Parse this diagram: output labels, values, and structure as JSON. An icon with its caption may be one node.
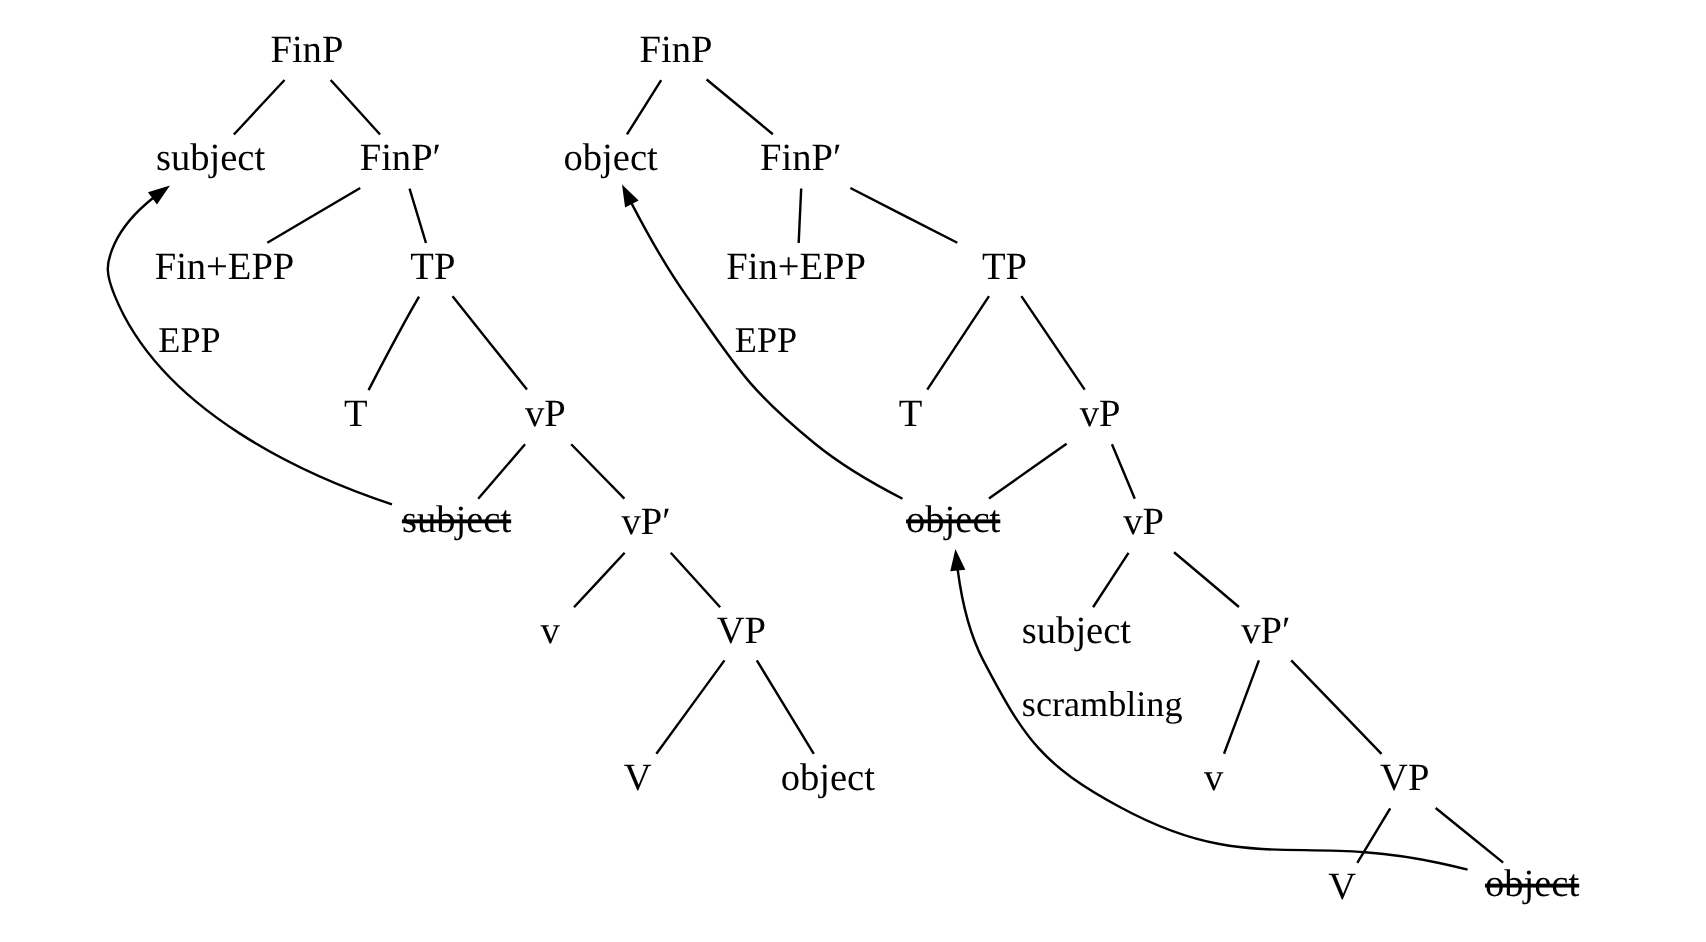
{
  "diagram": {
    "nodes": [
      {
        "text": [
          "FinP"
        ]
      },
      {
        "text": [
          "subject"
        ]
      },
      {
        "text": [
          "FinP′"
        ]
      },
      {
        "text": [
          "Fin+EPP"
        ]
      },
      {
        "text": [
          "TP"
        ]
      },
      {
        "text": [
          "T"
        ]
      },
      {
        "text": [
          "vP"
        ]
      },
      {
        "text": [
          "subject"
        ]
      },
      {
        "text": [
          "vP′"
        ]
      },
      {
        "text": [
          "v"
        ]
      },
      {
        "text": [
          "VP"
        ]
      },
      {
        "text": [
          "V"
        ]
      },
      {
        "text": [
          "object"
        ]
      },
      {
        "text": [
          "FinP"
        ]
      },
      {
        "text": [
          "object"
        ]
      },
      {
        "text": [
          "FinP′"
        ]
      },
      {
        "text": [
          "Fin+EPP"
        ]
      },
      {
        "text": [
          "TP"
        ]
      },
      {
        "text": [
          "T"
        ]
      },
      {
        "text": [
          "vP"
        ]
      },
      {
        "text": [
          "object"
        ]
      },
      {
        "text": [
          "vP"
        ]
      },
      {
        "text": [
          "subject"
        ]
      },
      {
        "text": [
          "vP′"
        ]
      },
      {
        "text": [
          "v"
        ]
      },
      {
        "text": [
          "VP"
        ]
      },
      {
        "text": [
          "V"
        ]
      },
      {
        "text": [
          "object"
        ]
      }
    ],
    "edges": [
      {
        "from": 0,
        "to": 1,
        "arrow": "none"
      },
      {
        "from": 0,
        "to": 2,
        "arrow": "none"
      },
      {
        "from": 2,
        "to": 3,
        "arrow": "none"
      },
      {
        "from": 2,
        "to": 4,
        "arrow": "none"
      },
      {
        "from": 4,
        "to": 5,
        "arrow": "none"
      },
      {
        "from": 4,
        "to": 6,
        "arrow": "none"
      },
      {
        "from": 6,
        "to": 7,
        "arrow": "none"
      },
      {
        "from": 6,
        "to": 8,
        "arrow": "none"
      },
      {
        "from": 8,
        "to": 9,
        "arrow": "none"
      },
      {
        "from": 8,
        "to": 10,
        "arrow": "none"
      },
      {
        "from": 10,
        "to": 11,
        "arrow": "none"
      },
      {
        "from": 10,
        "to": 12,
        "arrow": "none"
      },
      {
        "from": 7,
        "to": 1,
        "arrow": "to",
        "label": "EPP"
      },
      {
        "from": 13,
        "to": 14,
        "arrow": "none"
      },
      {
        "from": 13,
        "to": 15,
        "arrow": "none"
      },
      {
        "from": 15,
        "to": 16,
        "arrow": "none"
      },
      {
        "from": 15,
        "to": 17,
        "arrow": "none"
      },
      {
        "from": 17,
        "to": 18,
        "arrow": "none"
      },
      {
        "from": 17,
        "to": 19,
        "arrow": "none"
      },
      {
        "from": 19,
        "to": 20,
        "arrow": "none"
      },
      {
        "from": 19,
        "to": 21,
        "arrow": "none"
      },
      {
        "from": 21,
        "to": 22,
        "arrow": "none"
      },
      {
        "from": 21,
        "to": 23,
        "arrow": "none"
      },
      {
        "from": 23,
        "to": 24,
        "arrow": "none"
      },
      {
        "from": 23,
        "to": 25,
        "arrow": "none"
      },
      {
        "from": 25,
        "to": 26,
        "arrow": "none"
      },
      {
        "from": 25,
        "to": 27,
        "arrow": "none"
      },
      {
        "from": 20,
        "to": 14,
        "arrow": "to",
        "label": "EPP"
      },
      {
        "from": 27,
        "to": 20,
        "arrow": "to",
        "label": "scrambling"
      }
    ]
  }
}
